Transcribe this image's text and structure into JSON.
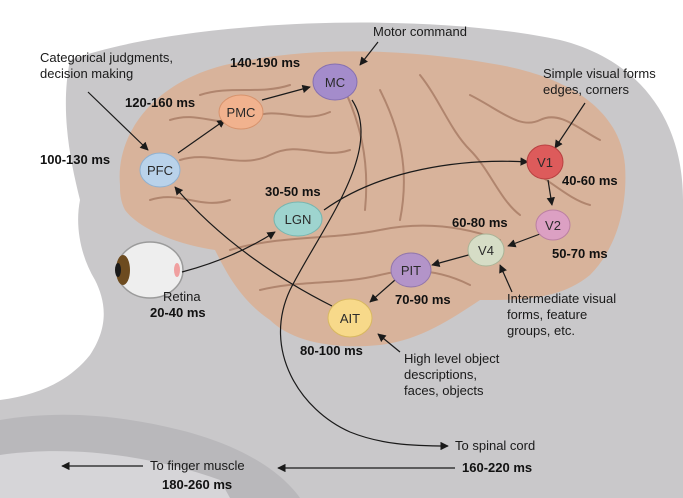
{
  "colors": {
    "background": "#ffffff",
    "head": "#c9c8ca",
    "brain": "#d8b39b",
    "brain_fold": "#a77a63",
    "PFC": "#b9d2ea",
    "PMC": "#f1b28e",
    "MC": "#a48ccb",
    "LGN": "#9ed4cf",
    "V1": "#dd5b5b",
    "V2": "#dca0c3",
    "V4": "#d6ddc6",
    "PIT": "#b394c9",
    "AIT": "#f7d98a"
  },
  "nodes": {
    "pfc": "PFC",
    "pmc": "PMC",
    "mc": "MC",
    "lgn": "LGN",
    "v1": "V1",
    "v2": "V2",
    "v4": "V4",
    "pit": "PIT",
    "ait": "AIT"
  },
  "times": {
    "pfc": "100-130 ms",
    "pmc": "120-160 ms",
    "mc": "140-190 ms",
    "lgn": "30-50 ms",
    "v1": "40-60 ms",
    "v2": "50-70 ms",
    "v4": "60-80 ms",
    "pit": "70-90 ms",
    "ait": "80-100 ms",
    "retina": "20-40 ms",
    "spinal": "160-220 ms",
    "finger": "180-260 ms"
  },
  "annotations": {
    "motor_command": "Motor command",
    "categorical_1": "Categorical judgments,",
    "categorical_2": "decision making",
    "simple_1": "Simple visual forms",
    "simple_2": "edges, corners",
    "retina": "Retina",
    "intermediate_1": "Intermediate visual",
    "intermediate_2": "forms, feature",
    "intermediate_3": "groups, etc.",
    "high_1": "High level object",
    "high_2": "descriptions,",
    "high_3": "faces, objects",
    "spinal_cord": "To spinal cord",
    "finger_muscle": "To finger muscle"
  }
}
